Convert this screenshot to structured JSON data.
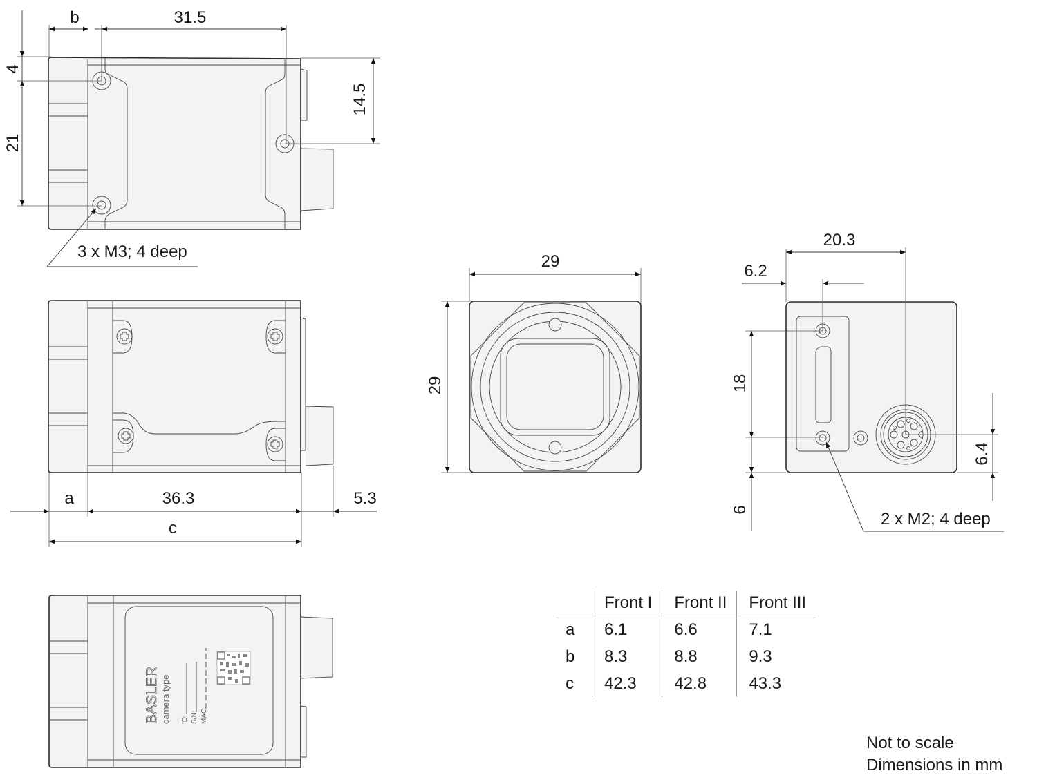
{
  "drawing": {
    "type": "mechanical dimension drawing",
    "subject": "industrial camera housing"
  },
  "top_view": {
    "dim_b": "b",
    "dim_31_5": "31.5",
    "dim_4": "4",
    "dim_21": "21",
    "dim_14_5": "14.5",
    "callout_holes": "3 x M3; 4 deep"
  },
  "side_view": {
    "dim_a": "a",
    "dim_36_3": "36.3",
    "dim_5_3": "5.3",
    "dim_c": "c"
  },
  "bottom_view": {
    "label": {
      "brand": "BASLER",
      "camera_type": "camera type",
      "id": "ID:",
      "sn": "S/N:",
      "mac": "MAC"
    }
  },
  "front_view": {
    "dim_width": "29",
    "dim_height": "29"
  },
  "back_view": {
    "dim_20_3": "20.3",
    "dim_6_2": "6.2",
    "dim_18": "18",
    "dim_6": "6",
    "dim_6_4": "6.4",
    "callout_holes": "2 x M2; 4 deep"
  },
  "front_table": {
    "columns": [
      "",
      "Front I",
      "Front II",
      "Front III"
    ],
    "rows": [
      {
        "key": "a",
        "values": [
          "6.1",
          "6.6",
          "7.1"
        ]
      },
      {
        "key": "b",
        "values": [
          "8.3",
          "8.8",
          "9.3"
        ]
      },
      {
        "key": "c",
        "values": [
          "42.3",
          "42.8",
          "43.3"
        ]
      }
    ]
  },
  "notes": {
    "line1": "Not to scale",
    "line2": "Dimensions in mm"
  }
}
